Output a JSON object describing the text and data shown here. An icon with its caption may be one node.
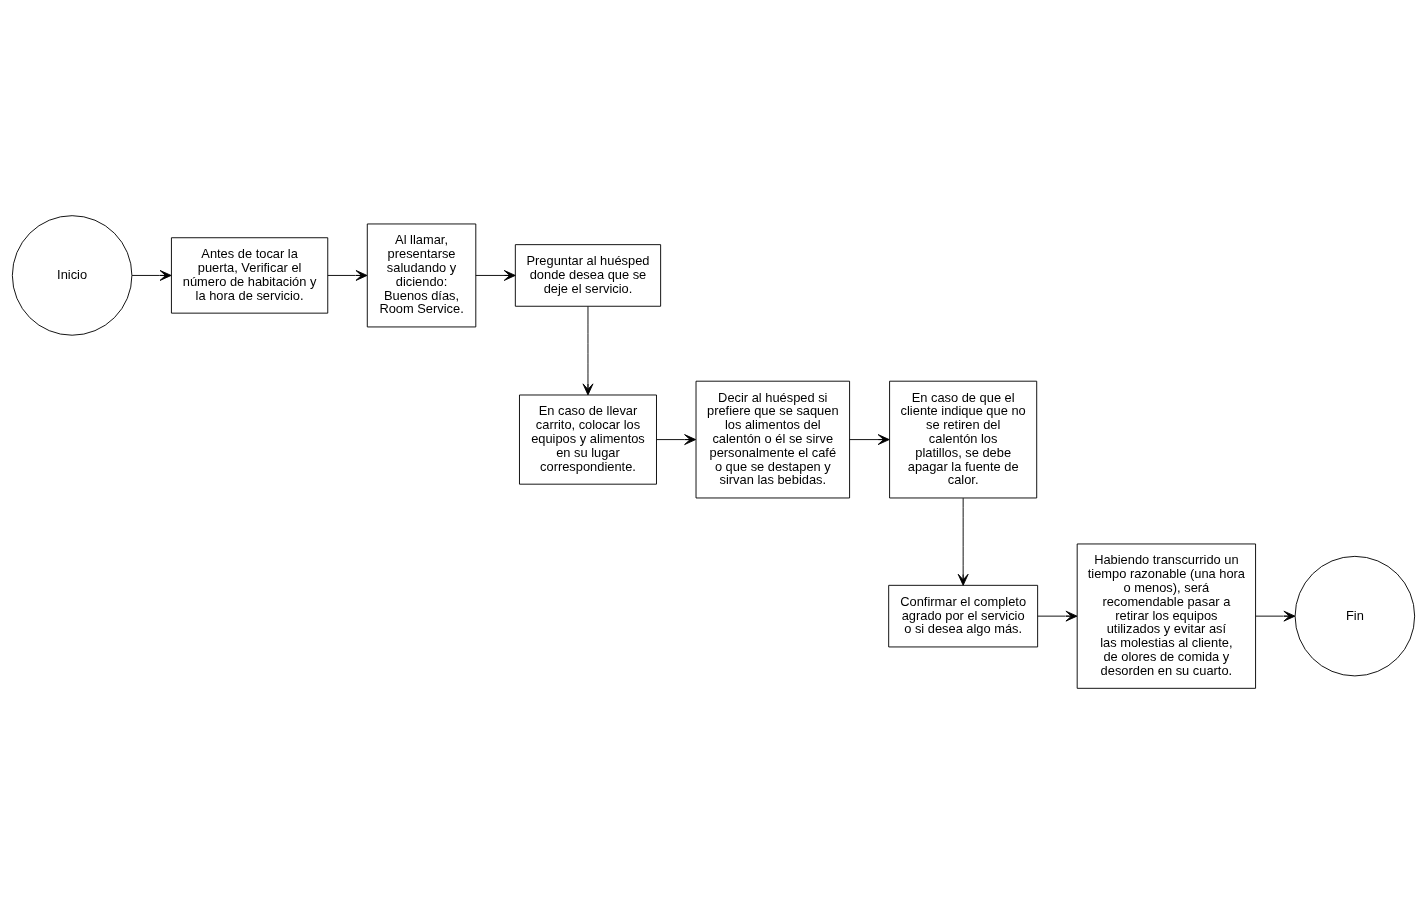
{
  "diagram": {
    "nodes": [
      {
        "text": [
          "Inicio"
        ]
      },
      {
        "text": [
          "Antes de tocar la puerta, Verificar el número de habitación y la hora de servicio."
        ]
      },
      {
        "text": [
          "Al llamar, presentarse saludando y diciendo: Buenos días, Room Service."
        ]
      },
      {
        "text": [
          "Preguntar al huésped donde desea que se deje el servicio."
        ]
      },
      {
        "text": [
          "En caso de llevar carrito, colocar los equipos y alimentos en su lugar correspondiente."
        ]
      },
      {
        "text": [
          "Decir al huésped si prefiere que se saquen los alimentos del calentón o él se sirve personalmente el café o que se destapen y sirvan las bebidas."
        ]
      },
      {
        "text": [
          "En caso de que el cliente indique que no se retiren del calentón los platillos, se debe apagar la fuente de calor."
        ]
      },
      {
        "text": [
          "Confirmar el completo agrado por el servicio o si desea algo más."
        ]
      },
      {
        "text": [
          "Habiendo transcurrido un tiempo razonable (una hora o menos), será recomendable pasar a retirar los equipos utilizados y evitar así las molestias al cliente, de olores de comida y desorden en su cuarto."
        ]
      },
      {
        "text": [
          "Fin"
        ]
      }
    ],
    "edges": [
      {
        "from": 0,
        "to": 1,
        "arrow": "to"
      },
      {
        "from": 1,
        "to": 2,
        "arrow": "to"
      },
      {
        "from": 2,
        "to": 3,
        "arrow": "to"
      },
      {
        "from": 3,
        "to": 4,
        "arrow": "to"
      },
      {
        "from": 4,
        "to": 5,
        "arrow": "to"
      },
      {
        "from": 5,
        "to": 6,
        "arrow": "to"
      },
      {
        "from": 6,
        "to": 7,
        "arrow": "to"
      },
      {
        "from": 7,
        "to": 8,
        "arrow": "to"
      },
      {
        "from": 8,
        "to": 9,
        "arrow": "to"
      }
    ]
  }
}
